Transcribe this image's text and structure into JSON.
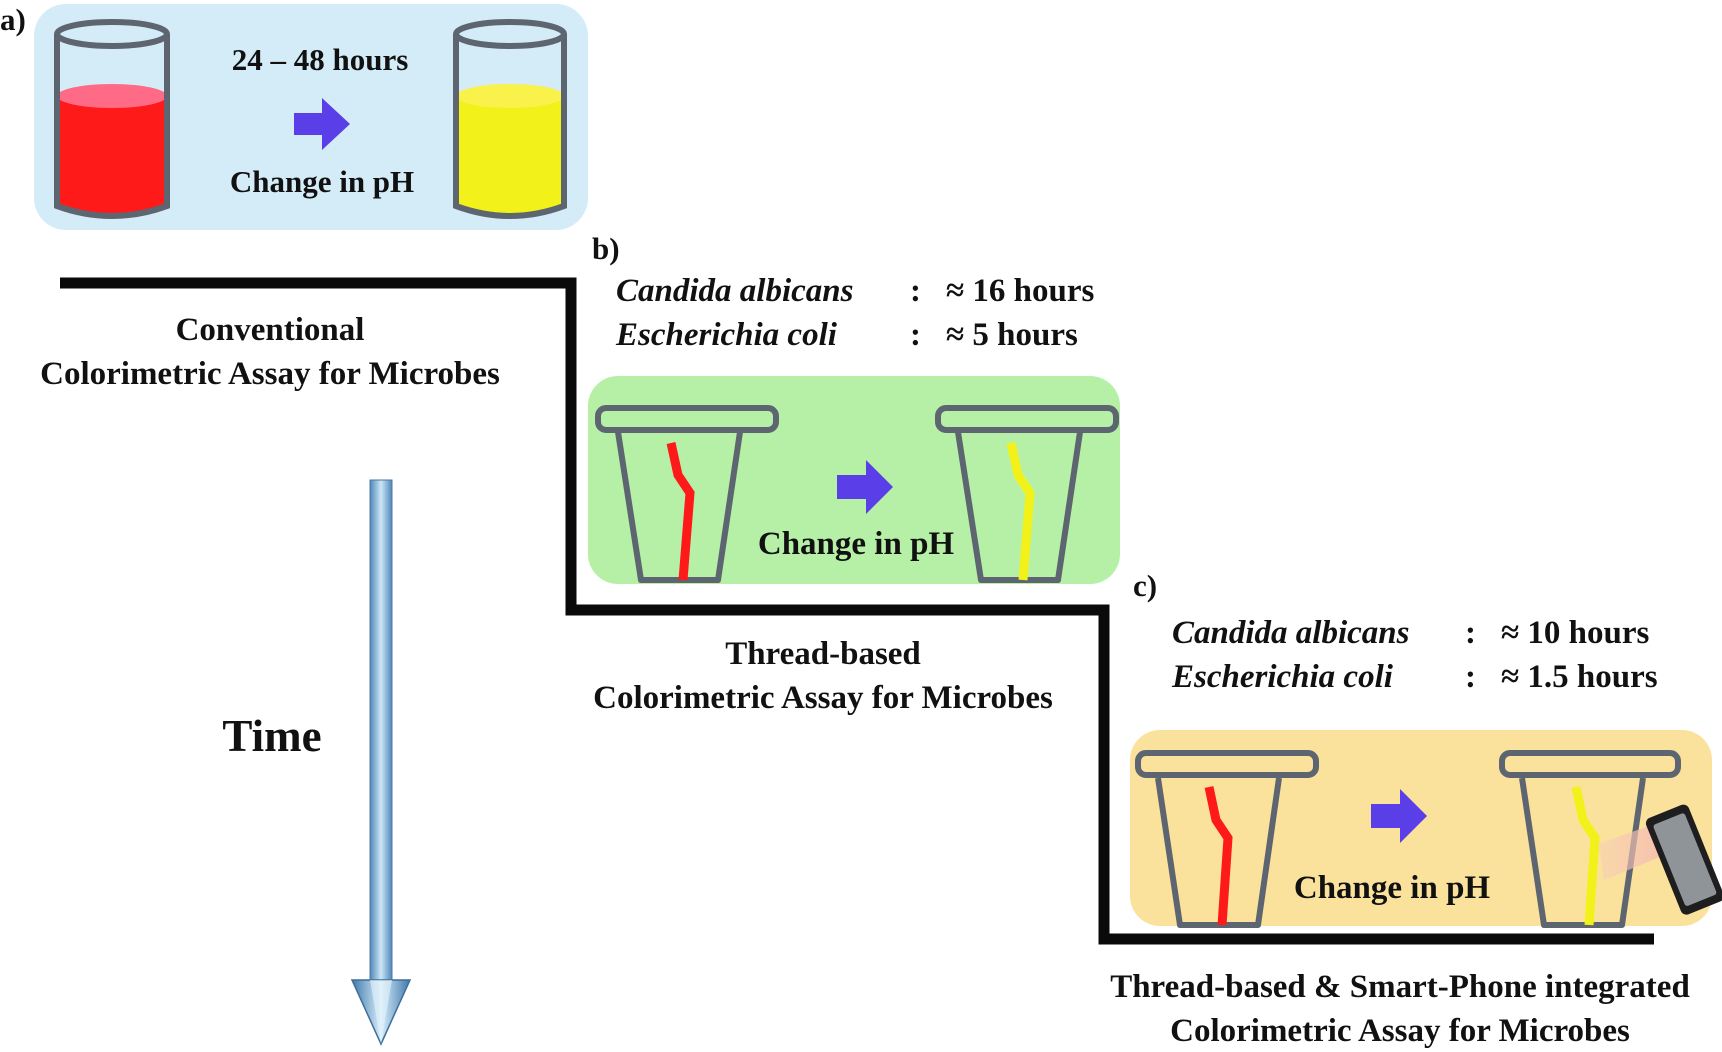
{
  "panel_a": {
    "label": "a)",
    "duration": "24 – 48 hours",
    "change": "Change in pH",
    "caption_line1": "Conventional",
    "caption_line2": "Colorimetric Assay for Microbes"
  },
  "panel_b": {
    "label": "b)",
    "species1_name": "Candida albicans",
    "species1_time": "≈ 16 hours",
    "species2_name": "Escherichia coli",
    "species2_time": "≈ 5 hours",
    "separator": ":",
    "change": "Change in pH",
    "caption_line1": "Thread-based",
    "caption_line2": "Colorimetric Assay for Microbes"
  },
  "panel_c": {
    "label": "c)",
    "species1_name": "Candida albicans",
    "species1_time": "≈ 10 hours",
    "species2_name": "Escherichia coli",
    "species2_time": "≈ 1.5 hours",
    "separator": ":",
    "change": "Change in pH",
    "caption_line1": "Thread-based & Smart-Phone integrated",
    "caption_line2": "Colorimetric Assay for Microbes"
  },
  "time_label": "Time",
  "colors": {
    "panel_a_bg": "#d4ecf7",
    "panel_b_bg": "#b6f0a6",
    "panel_c_bg": "#fbe29c",
    "red_medium": "#ff1a1a",
    "yellow_medium": "#f2f21a",
    "arrow": "#5a3ee8",
    "timeline": "#0a0a0a",
    "time_arrow": "#8ec3e6"
  }
}
